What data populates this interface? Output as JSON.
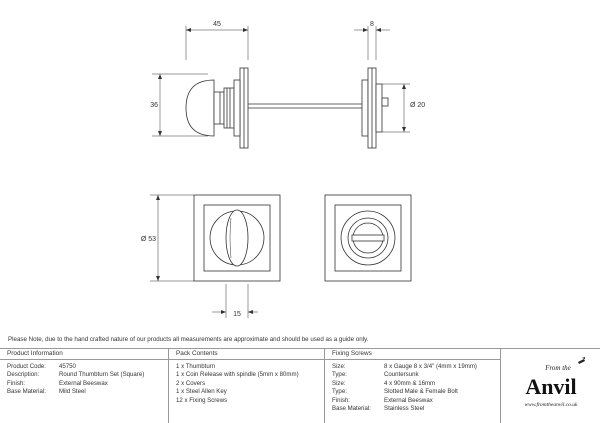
{
  "dimensions": {
    "d45": "45",
    "d8": "8",
    "d36": "36",
    "d20": "Ø 20",
    "d53": "Ø 53",
    "d15": "15"
  },
  "note": "Please Note, due to the hand crafted nature of our products all measurements are approximate and should be used as a guide only.",
  "product_information": {
    "header": "Product Information",
    "rows": [
      {
        "label": "Product Code:",
        "value": "45750"
      },
      {
        "label": "Description:",
        "value": "Round Thumbturn Set (Square)"
      },
      {
        "label": "Finish:",
        "value": "External Beeswax"
      },
      {
        "label": "Base Material:",
        "value": "Mild Steel"
      }
    ]
  },
  "pack_contents": {
    "header": "Pack Contents",
    "items": [
      "1 x Thumbturn",
      "1 x Coin Release with spindle (5mm x 80mm)",
      "2 x Covers",
      "1 x Steel Allen Key",
      "12 x Fixing Screws"
    ]
  },
  "fixing_screws": {
    "header": "Fixing Screws",
    "rows": [
      {
        "label": "Size:",
        "value": "8 x Gauge 8 x 3/4\" (4mm x 19mm)"
      },
      {
        "label": "Type:",
        "value": "Countersunk"
      },
      {
        "label": "Size:",
        "value": "4 x 90mm & 16mm"
      },
      {
        "label": "Type:",
        "value": "Slotted Male & Female Bolt"
      },
      {
        "label": "Finish:",
        "value": "External Beeswax"
      },
      {
        "label": "Base Material:",
        "value": "Stainless Steel"
      }
    ]
  },
  "logo": {
    "from_the": "From the",
    "brand": "Anvil",
    "url": "www.fromtheanvil.co.uk"
  }
}
